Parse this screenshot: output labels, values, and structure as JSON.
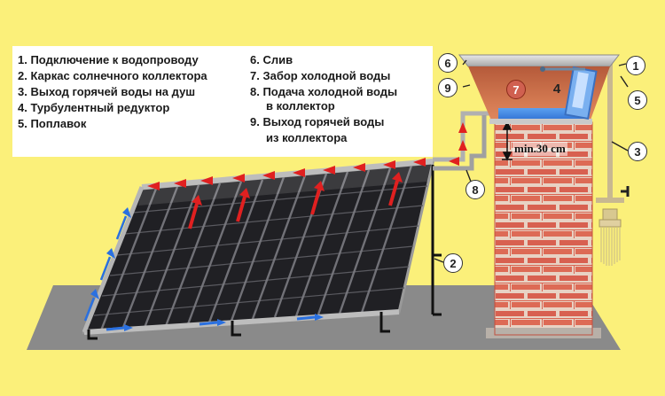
{
  "legend": {
    "items": [
      {
        "num": "1",
        "text": "1. Подключение к водопроводу"
      },
      {
        "num": "2",
        "text": "2. Каркас солнечного коллектора"
      },
      {
        "num": "3",
        "text": "3. Выход горячей воды на душ"
      },
      {
        "num": "4",
        "text": "4. Турбулентный редуктор"
      },
      {
        "num": "5",
        "text": "5. Поплавок"
      },
      {
        "num": "6",
        "text": "6. Слив"
      },
      {
        "num": "7",
        "text": "7. Забор холодной воды"
      },
      {
        "num": "8a",
        "text": "8. Подача холодной воды"
      },
      {
        "num": "8b",
        "text": "в коллектор"
      },
      {
        "num": "9a",
        "text": "9. Выход горячей воды"
      },
      {
        "num": "9b",
        "text": "из коллектора"
      }
    ]
  },
  "dimension": {
    "label": "min.30 cm"
  },
  "callouts": {
    "c1": "1",
    "c2": "2",
    "c3": "3",
    "c4": "4",
    "c5": "5",
    "c6": "6",
    "c7": "7",
    "c8": "8",
    "c9": "9"
  },
  "colors": {
    "background": "#fbf07a",
    "brick": "#d9624f",
    "mortar": "#e8d2c4",
    "tank_rim": "#c8c8c8",
    "water": "#3a7fe0",
    "hot_arrow": "#e02020",
    "cold_arrow": "#2a70e0",
    "panel_dark": "#2a2a2e",
    "ground": "#8a8a8a"
  }
}
